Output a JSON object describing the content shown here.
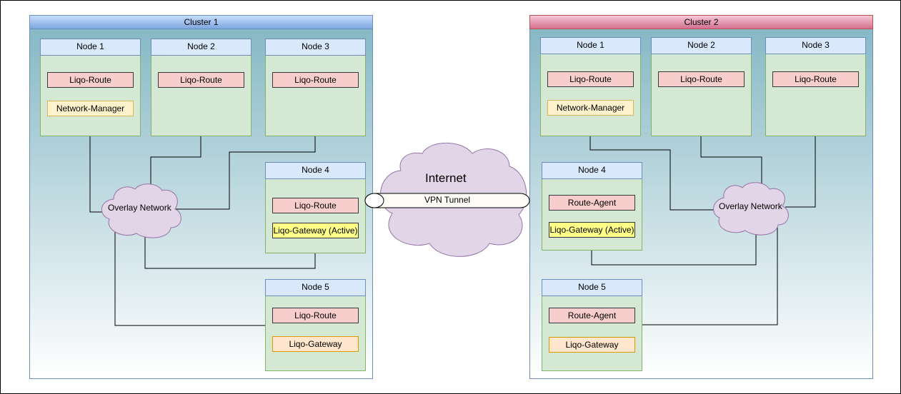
{
  "cluster1": {
    "title": "Cluster 1",
    "nodes": [
      {
        "title": "Node 1",
        "components": [
          "Liqo-Route",
          "Network-Manager"
        ]
      },
      {
        "title": "Node 2",
        "components": [
          "Liqo-Route"
        ]
      },
      {
        "title": "Node 3",
        "components": [
          "Liqo-Route"
        ]
      },
      {
        "title": "Node 4",
        "components": [
          "Liqo-Route",
          "Liqo-Gateway (Active)"
        ]
      },
      {
        "title": "Node 5",
        "components": [
          "Liqo-Route",
          "Liqo-Gateway"
        ]
      }
    ],
    "overlay": "Overlay Network"
  },
  "cluster2": {
    "title": "Cluster 2",
    "nodes": [
      {
        "title": "Node 1",
        "components": [
          "Liqo-Route",
          "Network-Manager"
        ]
      },
      {
        "title": "Node 2",
        "components": [
          "Liqo-Route"
        ]
      },
      {
        "title": "Node 3",
        "components": [
          "Liqo-Route"
        ]
      },
      {
        "title": "Node 4",
        "components": [
          "Route-Agent",
          "Liqo-Gateway (Active)"
        ]
      },
      {
        "title": "Node 5",
        "components": [
          "Route-Agent",
          "Liqo-Gateway"
        ]
      }
    ],
    "overlay": "Overlay Network"
  },
  "internet": {
    "label": "Internet",
    "tunnel": "VPN Tunnel"
  },
  "colors": {
    "cluster_border": "#6c8ebf",
    "node_fill": "#d5e8d4",
    "node_border": "#82b366",
    "node_header": "#dae8fc",
    "route_fill": "#f8cecc",
    "network_manager_fill": "#fff2cc",
    "gateway_fill": "#ffe6cc",
    "gateway_active_fill": "#ffff88",
    "cloud_fill": "#e1d5e7",
    "cloud_border": "#9673a6"
  }
}
